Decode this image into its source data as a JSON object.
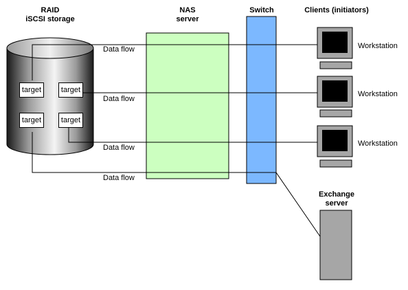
{
  "storage": {
    "title_line1": "RAID",
    "title_line2": "iSCSI storage",
    "targets": [
      "target",
      "target",
      "target",
      "target"
    ]
  },
  "nas": {
    "title_line1": "NAS",
    "title_line2": "server"
  },
  "switch": {
    "title": "Switch"
  },
  "clients": {
    "title": "Clients (initiators)",
    "workstations": [
      "Workstation",
      "Workstation",
      "Workstation"
    ]
  },
  "exchange": {
    "title_line1": "Exchange",
    "title_line2": "server"
  },
  "flows": [
    "Data flow",
    "Data flow",
    "Data flow",
    "Data flow"
  ],
  "colors": {
    "nas_fill": "#ccffc0",
    "switch_fill": "#7cb8ff",
    "device_gray": "#a6a6a6",
    "screen": "#000000"
  }
}
